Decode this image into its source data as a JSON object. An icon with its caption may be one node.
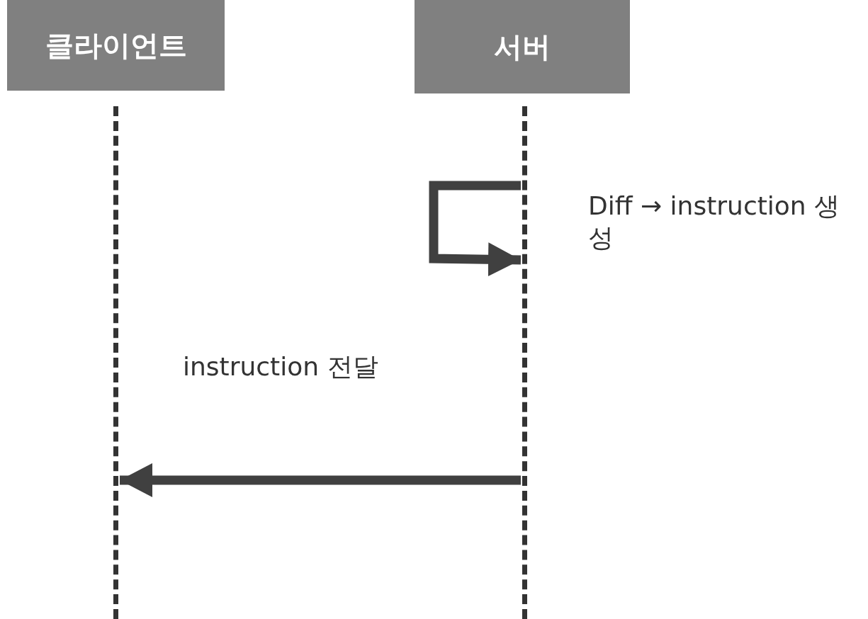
{
  "diagram": {
    "nodes": [
      {
        "text": [
          "클라이언트"
        ]
      },
      {
        "text": [
          "서버"
        ]
      },
      {
        "text": [],
        "shape": "line"
      },
      {
        "text": [],
        "shape": "line"
      }
    ],
    "edges": [
      {
        "from": 3,
        "to": 3,
        "arrow": "to",
        "label": "Diff → instruction 생성"
      },
      {
        "from": 3,
        "to": 2,
        "arrow": "to",
        "label": "instruction 전달"
      }
    ]
  }
}
